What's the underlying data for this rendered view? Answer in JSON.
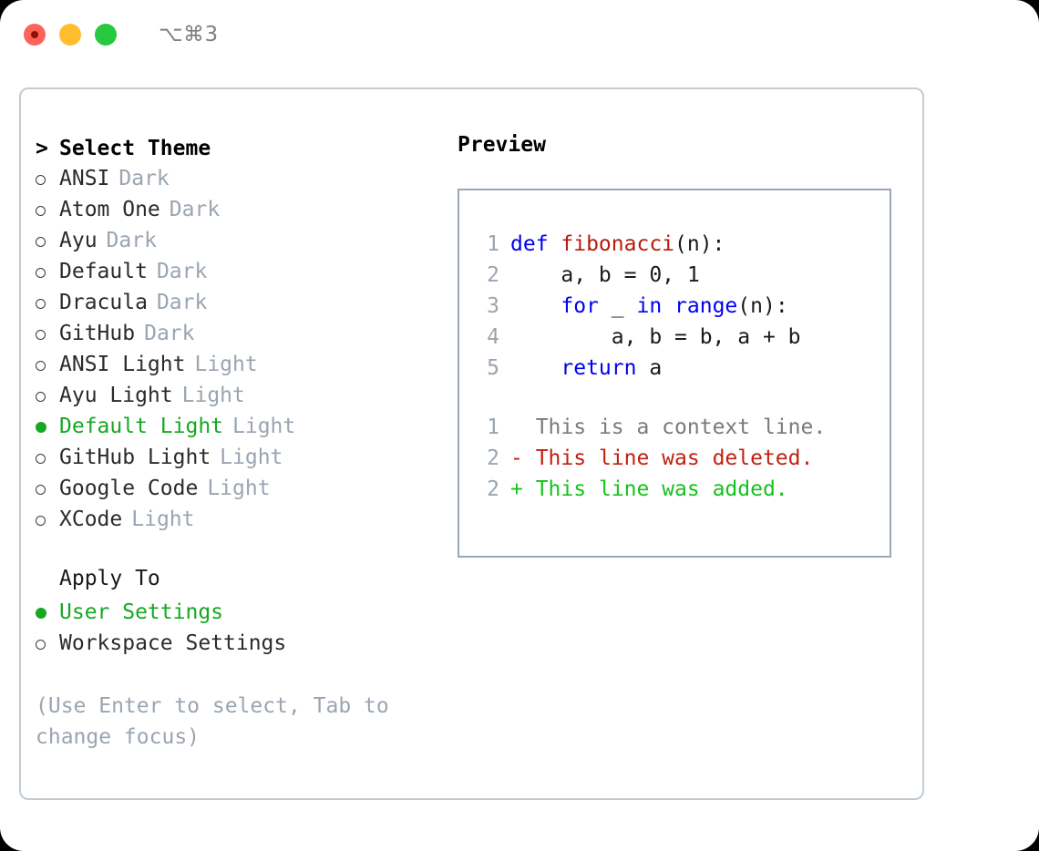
{
  "titlebar": {
    "shortcut": "⌥⌘3",
    "buttons": [
      {
        "name": "close",
        "color": "#ff6259"
      },
      {
        "name": "minimize",
        "color": "#ffbd2e"
      },
      {
        "name": "maximize",
        "color": "#27c93f"
      }
    ]
  },
  "theme_picker": {
    "header_marker": ">",
    "header": "Select Theme",
    "items": [
      {
        "marker": "hollow",
        "label": "ANSI",
        "kind": "Dark",
        "selected": false
      },
      {
        "marker": "hollow",
        "label": "Atom One",
        "kind": "Dark",
        "selected": false
      },
      {
        "marker": "hollow",
        "label": "Ayu",
        "kind": "Dark",
        "selected": false
      },
      {
        "marker": "hollow",
        "label": "Default",
        "kind": "Dark",
        "selected": false
      },
      {
        "marker": "hollow",
        "label": "Dracula",
        "kind": "Dark",
        "selected": false
      },
      {
        "marker": "hollow",
        "label": "GitHub",
        "kind": "Dark",
        "selected": false
      },
      {
        "marker": "hollow",
        "label": "ANSI Light",
        "kind": "Light",
        "selected": false
      },
      {
        "marker": "hollow",
        "label": "Ayu Light",
        "kind": "Light",
        "selected": false
      },
      {
        "marker": "filled",
        "label": "Default Light",
        "kind": "Light",
        "selected": true
      },
      {
        "marker": "hollow",
        "label": "GitHub Light",
        "kind": "Light",
        "selected": false
      },
      {
        "marker": "hollow",
        "label": "Google Code",
        "kind": "Light",
        "selected": false
      },
      {
        "marker": "hollow",
        "label": "XCode",
        "kind": "Light",
        "selected": false
      }
    ]
  },
  "apply_to": {
    "title": "Apply To",
    "options": [
      {
        "marker": "filled",
        "label": "User Settings",
        "selected": true
      },
      {
        "marker": "hollow",
        "label": "Workspace Settings",
        "selected": false
      }
    ]
  },
  "hint": "(Use Enter to select, Tab to change focus)",
  "preview": {
    "title": "Preview",
    "code_lines": [
      {
        "no": "1",
        "tokens": [
          {
            "t": "def ",
            "c": "kw"
          },
          {
            "t": "fibonacci",
            "c": "fn"
          },
          {
            "t": "(n):",
            "c": "pl"
          }
        ]
      },
      {
        "no": "2",
        "tokens": [
          {
            "t": "    a, b = 0, 1",
            "c": "pl"
          }
        ]
      },
      {
        "no": "3",
        "tokens": [
          {
            "t": "    ",
            "c": "pl"
          },
          {
            "t": "for ",
            "c": "kw"
          },
          {
            "t": "_ ",
            "c": "pl"
          },
          {
            "t": "in ",
            "c": "kw"
          },
          {
            "t": "range",
            "c": "kw"
          },
          {
            "t": "(n):",
            "c": "pl"
          }
        ]
      },
      {
        "no": "4",
        "tokens": [
          {
            "t": "        a, b = b, a + b",
            "c": "pl"
          }
        ]
      },
      {
        "no": "5",
        "tokens": [
          {
            "t": "    ",
            "c": "pl"
          },
          {
            "t": "return ",
            "c": "kw"
          },
          {
            "t": "a",
            "c": "pl"
          }
        ]
      }
    ],
    "diff_lines": [
      {
        "no": "1",
        "sign": " ",
        "text": " This is a context line.",
        "kind": "ctx"
      },
      {
        "no": "2",
        "sign": "-",
        "text": " This line was deleted.",
        "kind": "del"
      },
      {
        "no": "2",
        "sign": "+",
        "text": " This line was added.",
        "kind": "add"
      }
    ]
  },
  "colors": {
    "accent_green": "#16a822",
    "diff_add": "#16c21e",
    "diff_del": "#c2200f",
    "muted": "#9aa5b1",
    "keyword": "#0000f0",
    "function": "#b71c0c",
    "border": "#c2cbd4"
  }
}
